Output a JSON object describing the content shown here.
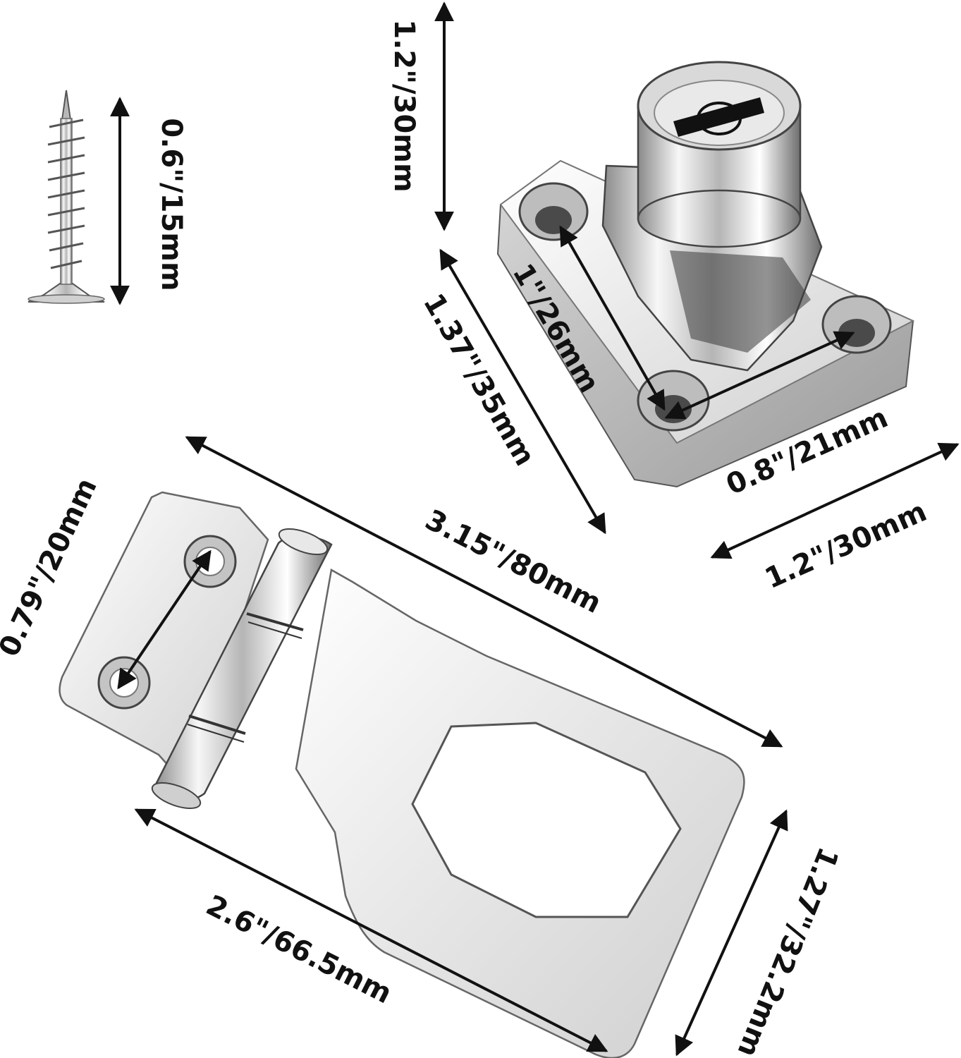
{
  "colors": {
    "background": "#ffffff",
    "ink": "#111111",
    "metal_light": "#f4f4f4",
    "metal_mid": "#c9c9c9",
    "metal_dark": "#5a5a5a"
  },
  "icons": {
    "screw": "screw-icon",
    "cam_lock": "cam-lock-icon",
    "hasp": "hasp-icon"
  },
  "dimensions": {
    "screw_length": "0.6\"/15mm",
    "lock_height": "1.2\"/30mm",
    "lock_base_diagonal": "1.37\"/35mm",
    "lock_hole_spacing_diagonal": "1\"/26mm",
    "lock_hole_spacing": "0.8\"/21mm",
    "lock_base_width": "1.2\"/30mm",
    "hasp_length": "3.15\"/80mm",
    "hasp_hinge_holes": "0.79\"/20mm",
    "hasp_plate_length": "2.6\"/66.5mm",
    "hasp_width": "1.27\"/32.2mm"
  }
}
